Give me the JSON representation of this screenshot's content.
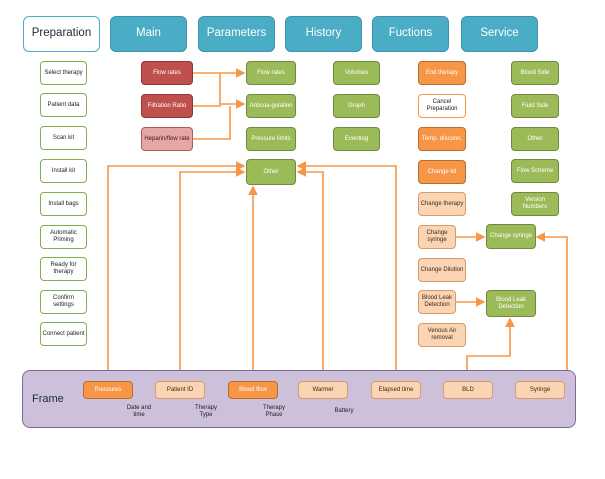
{
  "headers": {
    "preparation": "Preparation",
    "main": "Main",
    "parameters": "Parameters",
    "history": "History",
    "fuctions": "Fuctions",
    "service": "Service"
  },
  "preparation_items": [
    "Select therapy",
    "Patient data",
    "Scan kit",
    "Install kit",
    "Install bags",
    "Automatic Priming",
    "Ready for therapy",
    "Confirm settings",
    "Connect patient"
  ],
  "main_items": [
    "Flow rates",
    "Filtration Ratio",
    "Heparin/flow rate"
  ],
  "parameters_items": [
    "Flow rates",
    "Anticoa-gulation",
    "Pressure limits",
    "Other"
  ],
  "history_items": [
    "Volumes",
    "Graph",
    "Eventlog"
  ],
  "fuctions_items": [
    "End therapy",
    "Cancel Preparation",
    "Temp. disconn.",
    "Change kit",
    "Change therapy",
    "Change syringe",
    "Change Dilution",
    "Blood Leak Detection",
    "Venous Air removal"
  ],
  "fuctions_side": [
    "Change syringe",
    "Blood Leak Detection"
  ],
  "service_items": [
    "Blood Side",
    "Fluid Side",
    "Other",
    "Flow Scheme",
    "Version Numbers"
  ],
  "frame": {
    "label": "Frame",
    "items": [
      "Pressures",
      "Patient ID",
      "Blood flow",
      "Warmer",
      "Elapsed time",
      "BLD",
      "Syringe"
    ],
    "sub_labels": [
      "Date and time",
      "Therapy Type",
      "Therapy Phase",
      "Battery"
    ]
  },
  "colors": {
    "header": "#4bacc6",
    "green": "#9bbb59",
    "red": "#c0504d",
    "orange": "#f79646",
    "peach": "#fbd4b4",
    "frame": "#ccc0da",
    "arrow": "#f79646"
  }
}
